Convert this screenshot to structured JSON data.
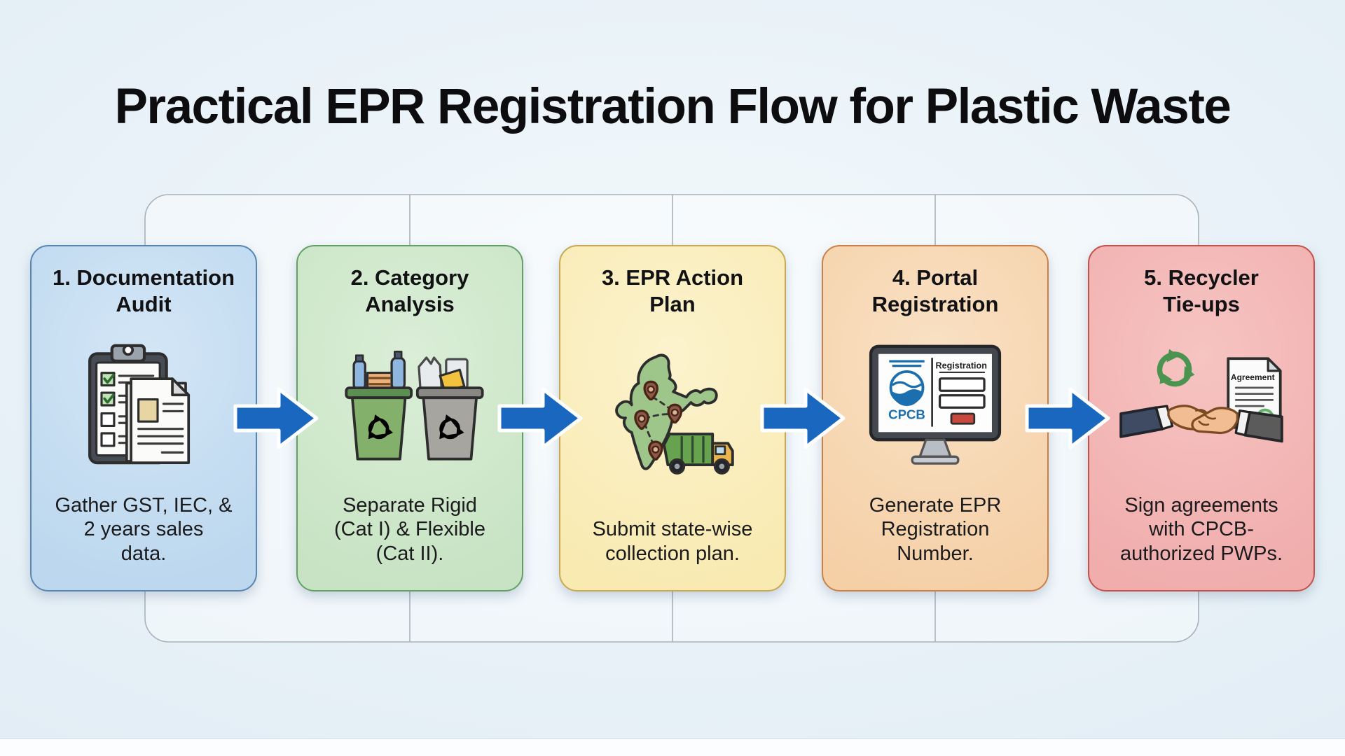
{
  "title": "Practical EPR Registration Flow for Plastic Waste",
  "canvas": {
    "background": "#e9f2f8",
    "frame_line_color": "#a7b2ba",
    "bottom_strip_color": "#fbfdfe"
  },
  "arrow_color": "#1a67c0",
  "steps": [
    {
      "number": "1",
      "title": "1. Documentation Audit",
      "title_lines": [
        "1. Documentation",
        "Audit"
      ],
      "body": "Gather GST, IEC, & 2 years sales data.",
      "body_lines": [
        "Gather GST, IEC, &",
        "2 years sales",
        "data."
      ],
      "icon": "clipboard-checklist",
      "colors": {
        "fill": "#bcd7ee",
        "fill_light": "#d3e6f6",
        "border": "#5886b3"
      }
    },
    {
      "number": "2",
      "title": "2. Category Analysis",
      "title_lines": [
        "2. Category",
        "Analysis"
      ],
      "body": "Separate Rigid (Cat I) & Flexible (Cat II).",
      "body_lines": [
        "Separate Rigid",
        "(Cat I) & Flexible",
        "(Cat II)."
      ],
      "icon": "recycling-bins",
      "colors": {
        "fill": "#c7e3c3",
        "fill_light": "#dbeed8",
        "border": "#62a065"
      }
    },
    {
      "number": "3",
      "title": "3. EPR Action Plan",
      "title_lines": [
        "3. EPR Action",
        "Plan"
      ],
      "body": "Submit state-wise collection plan.",
      "body_lines": [
        "Submit state-wise",
        "collection plan."
      ],
      "icon": "india-map-truck",
      "colors": {
        "fill": "#f8eab1",
        "fill_light": "#fcf3cd",
        "border": "#c9a851"
      }
    },
    {
      "number": "4",
      "title": "4. Portal Registration",
      "title_lines": [
        "4. Portal",
        "Registration"
      ],
      "body": "Generate EPR Registration Number.",
      "body_lines": [
        "Generate EPR",
        "Registration",
        "Number."
      ],
      "icon": "cpcb-portal-monitor",
      "icon_labels": {
        "screen_title": "Registration",
        "logo_text": "CPCB"
      },
      "colors": {
        "fill": "#f5d0a7",
        "fill_light": "#f9e1c4",
        "border": "#cc8045"
      }
    },
    {
      "number": "5",
      "title": "5. Recycler Tie-ups",
      "title_lines": [
        "5. Recycler",
        "Tie-ups"
      ],
      "body": "Sign agreements with CPCB-authorized PWPs.",
      "body_lines": [
        "Sign agreements",
        "with CPCB-",
        "authorized PWPs."
      ],
      "icon": "handshake-agreement",
      "icon_labels": {
        "document_title": "Agreement"
      },
      "colors": {
        "fill": "#f0adac",
        "fill_light": "#f6c4c2",
        "border": "#c4524b"
      }
    }
  ],
  "icon_colors": {
    "clipboard_dark": "#474c54",
    "clip_gray": "#9aa2ab",
    "paper": "#fbfbfa",
    "check_green": "#bfe3b4",
    "doc_tan": "#e7d5a4",
    "bin_green": "#83b06a",
    "bin_green_rim": "#5c8f52",
    "bin_gray": "#a7a5a0",
    "bin_gray_rim": "#8a8884",
    "bottle_blue": "#8fb6de",
    "box_tan": "#e9b27c",
    "bag_white": "#e7ebee",
    "scrap_yellow": "#f2c23e",
    "map_green": "#9ec58a",
    "pin_brown": "#8a5a45",
    "pin_face": "#d9b49a",
    "truck_green": "#67a24e",
    "cab_yellow": "#e9b54c",
    "wheel_dark": "#26262a",
    "monitor_dark": "#43474e",
    "cpcb_blue": "#1c6fae",
    "button_red": "#c8493c",
    "stand_gray": "#b9bec5",
    "recycle_green": "#4a9450",
    "skin": "#f2bd92",
    "sleeve_left": "#3f4a63",
    "sleeve_right": "#5b5b5b",
    "seal_green": "#63ad6d"
  }
}
